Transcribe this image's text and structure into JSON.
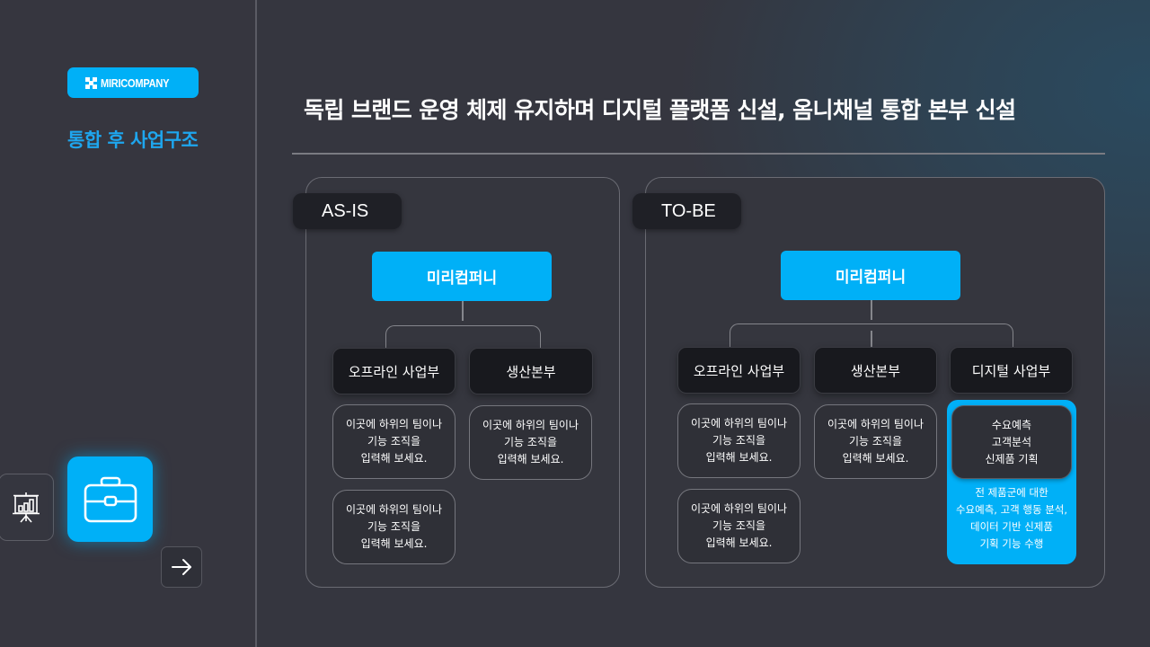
{
  "sidebar": {
    "logo_text": "MIRICOMPANY",
    "section_title": "통합 후 사업구조",
    "nav": {
      "prev_icon": "presentation-chart-icon",
      "active_icon": "briefcase-icon",
      "next_icon": "arrow-right-icon"
    }
  },
  "header": {
    "headline": "독립 브랜드 운영 체제 유지하며 디지털 플랫폼 신설, 옴니채널 통합 본부 신설"
  },
  "as_is": {
    "tag": "AS-IS",
    "root": "미리컴퍼니",
    "departments": [
      {
        "label": "오프라인 사업부"
      },
      {
        "label": "생산본부"
      }
    ],
    "teams": [
      "이곳에 하위의 팀이나\n기능 조직을\n입력해 보세요.",
      "이곳에 하위의 팀이나\n기능 조직을\n입력해 보세요.",
      "이곳에 하위의 팀이나\n기능 조직을\n입력해 보세요."
    ]
  },
  "to_be": {
    "tag": "TO-BE",
    "root": "미리컴퍼니",
    "departments": [
      {
        "label": "오프라인 사업부"
      },
      {
        "label": "생산본부"
      },
      {
        "label": "디지털 사업부"
      }
    ],
    "teams": [
      "이곳에 하위의 팀이나\n기능 조직을\n입력해 보세요.",
      "이곳에 하위의 팀이나\n기능 조직을\n입력해 보세요.",
      "이곳에 하위의 팀이나\n기능 조직을\n입력해 보세요."
    ],
    "highlight": {
      "functions": "수요예측\n고객분석\n신제품 기획",
      "description": "전 제품군에 대한\n수요예측, 고객 행동 분석,\n데이터 기반 신제품\n기획 기능 수행"
    }
  },
  "colors": {
    "accent": "#00b0f7",
    "background": "#35363f",
    "node_dark": "#18191e"
  }
}
